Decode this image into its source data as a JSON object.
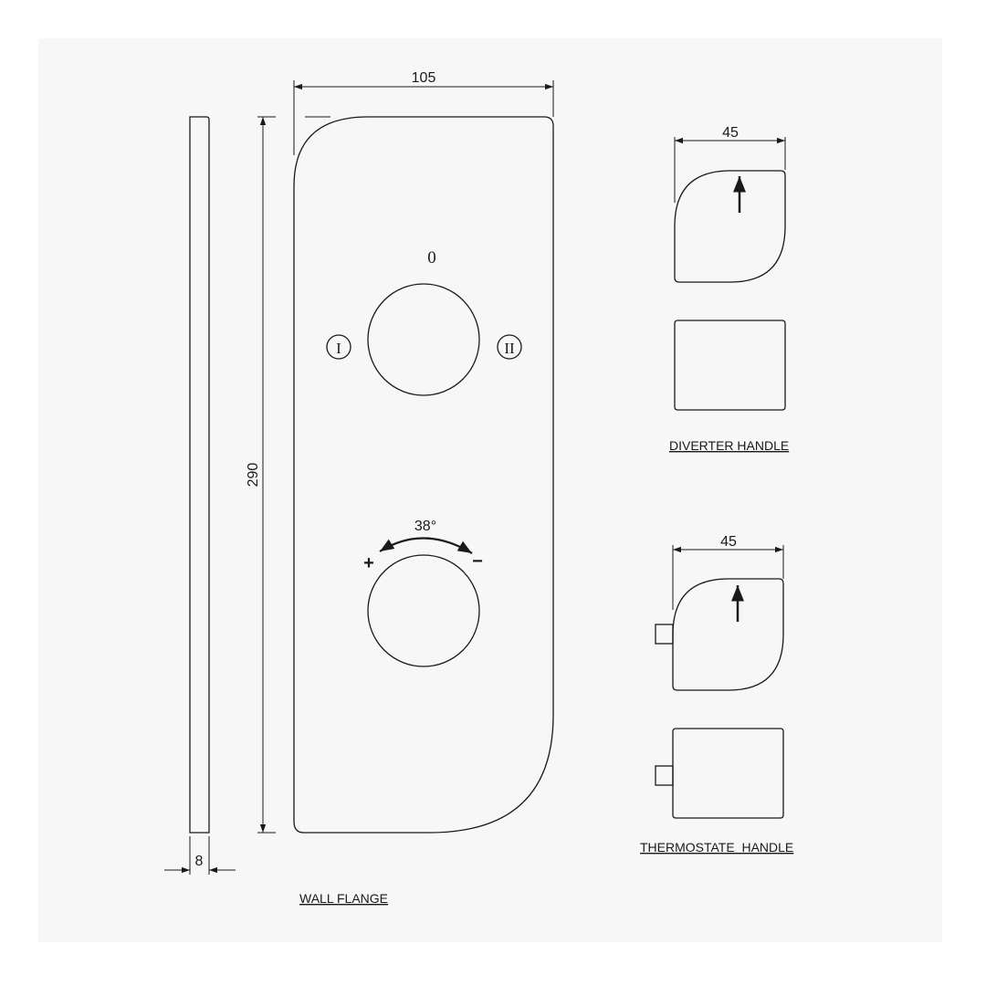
{
  "dimensions": {
    "flange_width": "105",
    "flange_height": "290",
    "flange_depth": "8",
    "diverter_width": "45",
    "thermostat_width": "45",
    "rotation_angle": "38°"
  },
  "positions": {
    "top": "0",
    "left": "I",
    "right": "II"
  },
  "signs": {
    "plus": "+",
    "minus": "−"
  },
  "labels": {
    "wall_flange": "WALL FLANGE",
    "diverter_handle": "DIVERTER HANDLE",
    "thermostat_handle": "THERMOSTATE  HANDLE"
  },
  "colors": {
    "line": "#1a1a1a",
    "panel": "#f7f7f7",
    "background": "#ffffff"
  }
}
